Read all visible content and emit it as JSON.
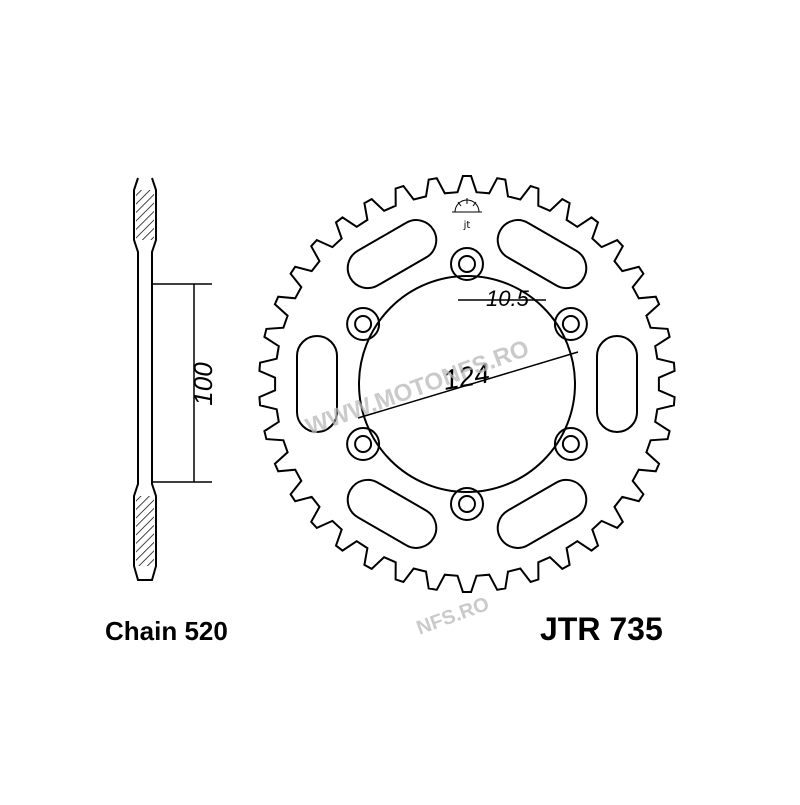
{
  "drawing": {
    "chain_label": "Chain 520",
    "part_number": "JTR 735",
    "dim_bolt_circle": "124",
    "dim_bolt_hole": "10.5",
    "dim_center_bore": "100",
    "watermark": "WWW.MOTONFS.RO",
    "watermark_partial": "NFS.RO",
    "teeth": 38,
    "bolt_holes": 6
  },
  "colors": {
    "line": "#000000",
    "background": "#ffffff",
    "watermark": "#b9b9b9"
  }
}
